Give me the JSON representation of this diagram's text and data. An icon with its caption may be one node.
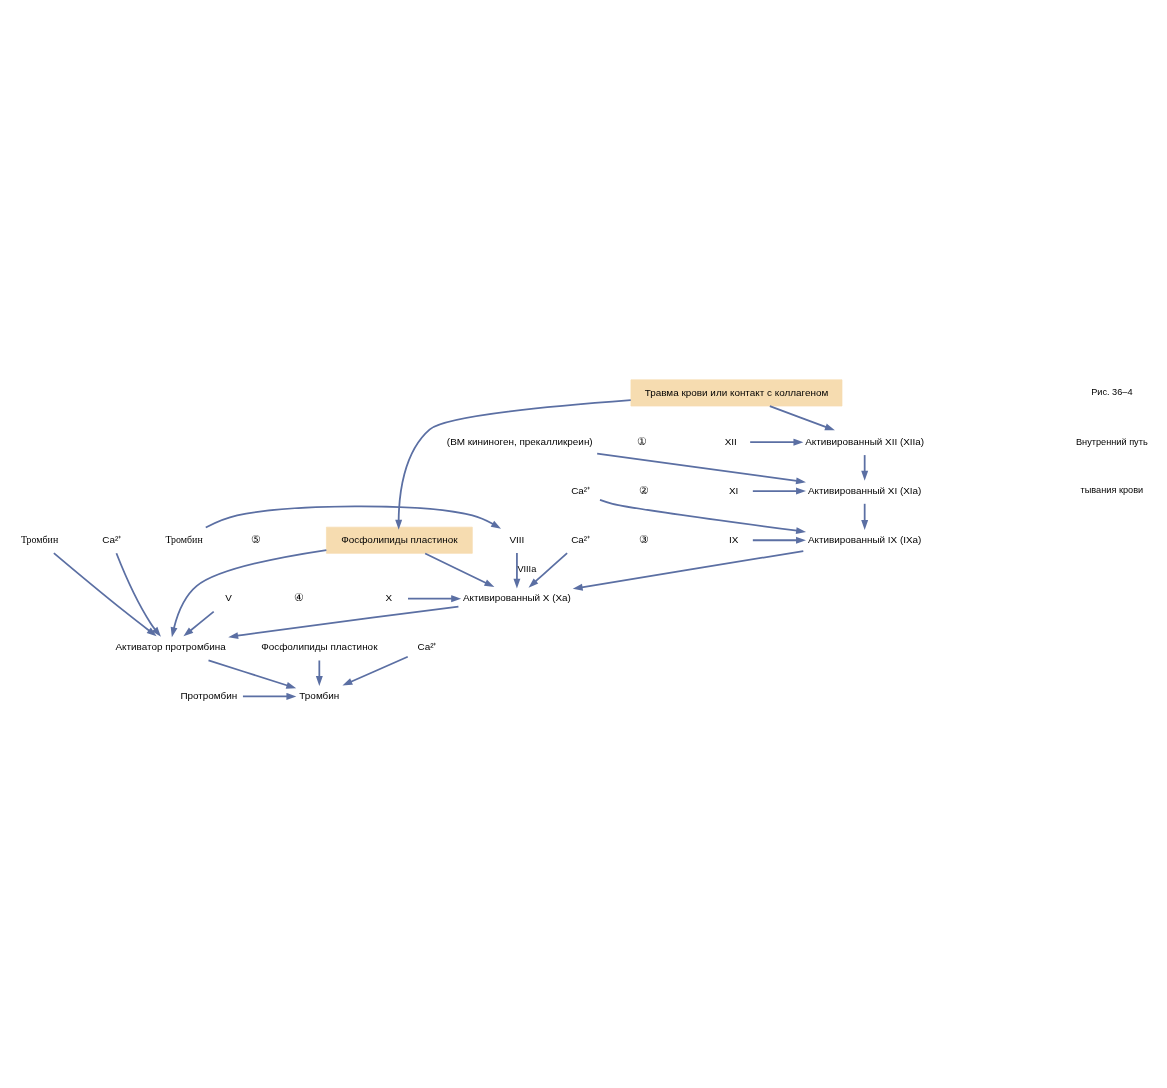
{
  "diagram": {
    "nodes": [
      {
        "text": [
          "Травма крови или контакт с коллагеном"
        ]
      },
      {
        "text": [
          "XII"
        ]
      },
      {
        "text": [
          "Активированный XII (XIIa)"
        ]
      },
      {
        "text": [
          "(ВМ кининоген, прекалликреин)"
        ]
      },
      {
        "text": [
          "XI"
        ]
      },
      {
        "text": [
          "Активированный XI (XIa)"
        ]
      },
      {
        "text": [
          "Ca²⁺"
        ]
      },
      {
        "text": [
          "IX"
        ]
      },
      {
        "text": [
          "Активированный IX (IXa)"
        ]
      },
      {
        "text": [
          "VIII"
        ]
      },
      {
        "text": [
          "Тромбин"
        ]
      },
      {
        "text": [
          "Ca²⁺"
        ]
      },
      {
        "text": [
          "X"
        ]
      },
      {
        "text": [
          "Активированный X (Xa)"
        ]
      },
      {
        "text": [
          "Фосфолипиды пластинок"
        ]
      },
      {
        "text": [
          "Тромбин"
        ]
      },
      {
        "text": [
          "Ca²⁺"
        ]
      },
      {
        "text": [
          "V"
        ]
      },
      {
        "text": [
          "Активатор протромбина"
        ]
      },
      {
        "text": [
          "Фосфолипиды пластинок"
        ]
      },
      {
        "text": [
          "Протромбин"
        ]
      },
      {
        "text": [
          "Тромбин"
        ]
      },
      {
        "text": [
          "Ca²⁺"
        ]
      }
    ],
    "edges": [
      {
        "from": 0,
        "to": 2,
        "arrow": "to"
      },
      {
        "from": 1,
        "to": 2,
        "arrow": "to"
      },
      {
        "from": 2,
        "to": 5,
        "arrow": "to"
      },
      {
        "from": 3,
        "to": 5,
        "arrow": "to"
      },
      {
        "from": 4,
        "to": 5,
        "arrow": "to"
      },
      {
        "from": 5,
        "to": 8,
        "arrow": "to"
      },
      {
        "from": 6,
        "to": 8,
        "arrow": "to"
      },
      {
        "from": 7,
        "to": 8,
        "arrow": "to"
      },
      {
        "from": 10,
        "to": 9,
        "arrow": "to"
      },
      {
        "from": 9,
        "to": 13,
        "arrow": "to",
        "label": "VIIIa"
      },
      {
        "from": 8,
        "to": 13,
        "arrow": "to"
      },
      {
        "from": 11,
        "to": 13,
        "arrow": "to"
      },
      {
        "from": 12,
        "to": 13,
        "arrow": "to"
      },
      {
        "from": 14,
        "to": 13,
        "arrow": "to"
      },
      {
        "from": 0,
        "to": 14,
        "arrow": "to"
      },
      {
        "from": 13,
        "to": 18,
        "arrow": "to"
      },
      {
        "from": 14,
        "to": 18,
        "arrow": "to"
      },
      {
        "from": 15,
        "to": 18,
        "arrow": "to"
      },
      {
        "from": 16,
        "to": 18,
        "arrow": "to"
      },
      {
        "from": 17,
        "to": 18,
        "arrow": "to"
      },
      {
        "from": 18,
        "to": 21,
        "arrow": "to"
      },
      {
        "from": 19,
        "to": 21,
        "arrow": "to"
      },
      {
        "from": 20,
        "to": 21,
        "arrow": "to"
      },
      {
        "from": 22,
        "to": 21,
        "arrow": "to"
      }
    ],
    "labels": [
      "①",
      "②",
      "③",
      "④",
      "⑤",
      "Рис. 36–4",
      "Внутренний путь",
      "тывания крови"
    ]
  }
}
